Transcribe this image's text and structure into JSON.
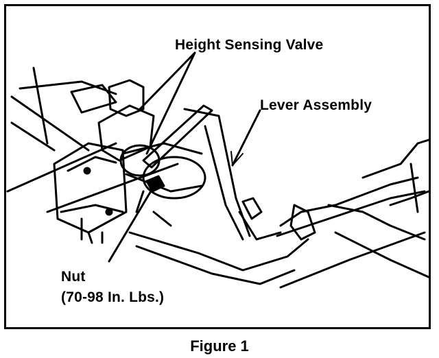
{
  "figure": {
    "caption": "Figure 1"
  },
  "labels": {
    "height_sensing_valve": "Height Sensing Valve",
    "lever_assembly": "Lever Assembly",
    "nut": "Nut",
    "torque_spec": "(70-98 In. Lbs.)"
  }
}
